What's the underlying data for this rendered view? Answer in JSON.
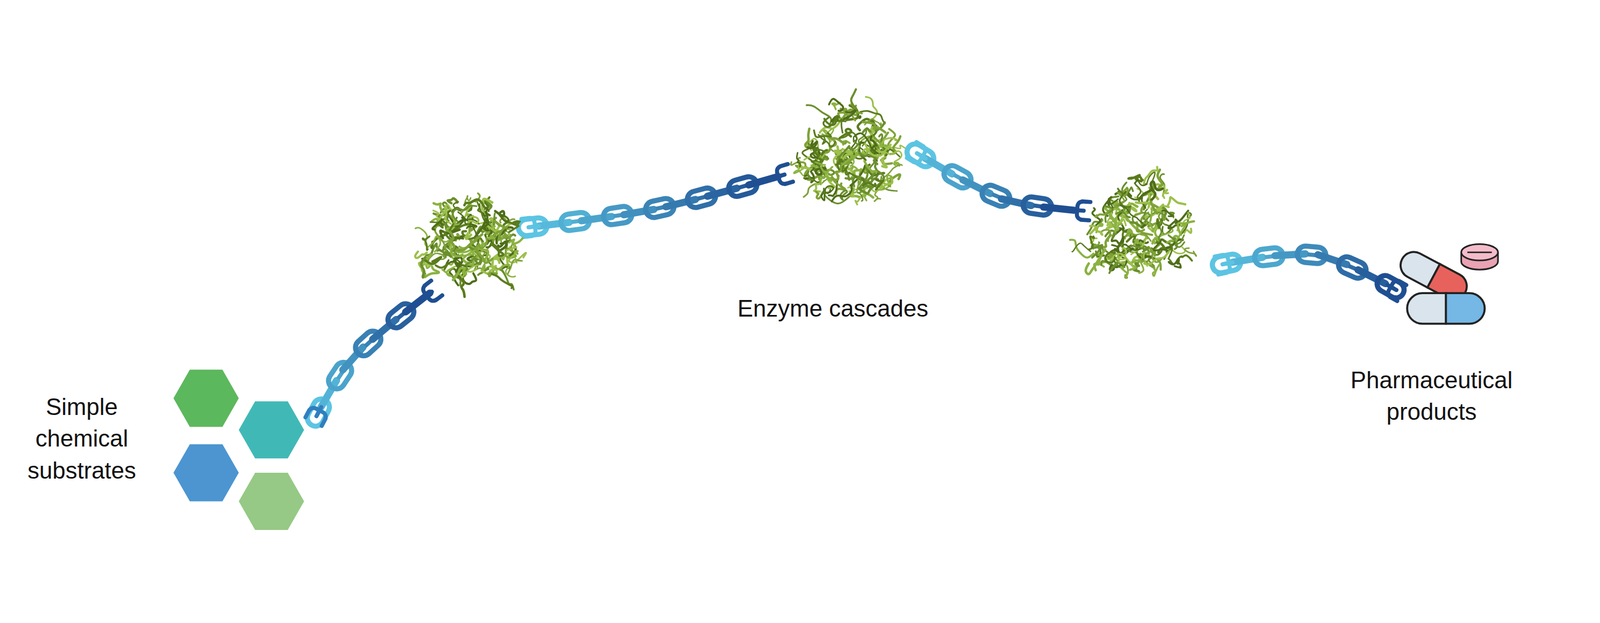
{
  "diagram": {
    "labels": [
      "Simple chemical substrates",
      "Enzyme cascades",
      "Pharmaceutical products"
    ]
  }
}
